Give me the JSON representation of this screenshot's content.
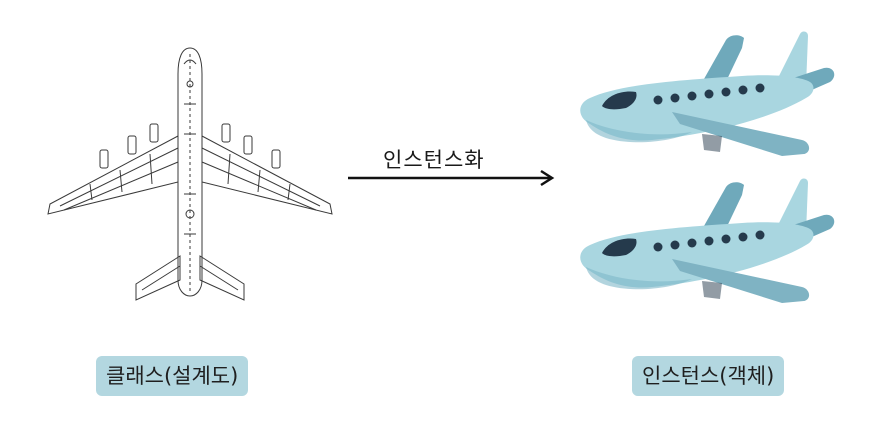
{
  "arrow": {
    "label": "인스턴스화"
  },
  "captions": {
    "class": "클래스(설계도)",
    "instance": "인스턴스(객체)"
  },
  "colors": {
    "caption_bg": "#b3d7e0",
    "plane_body": "#a9d6e0",
    "plane_wing": "#6fa9bb",
    "plane_window": "#253a4c",
    "blueprint_line": "#3a3a3a"
  },
  "icons": {
    "blueprint": "blueprint-airplane-icon",
    "instance": "cartoon-airplane-icon"
  }
}
